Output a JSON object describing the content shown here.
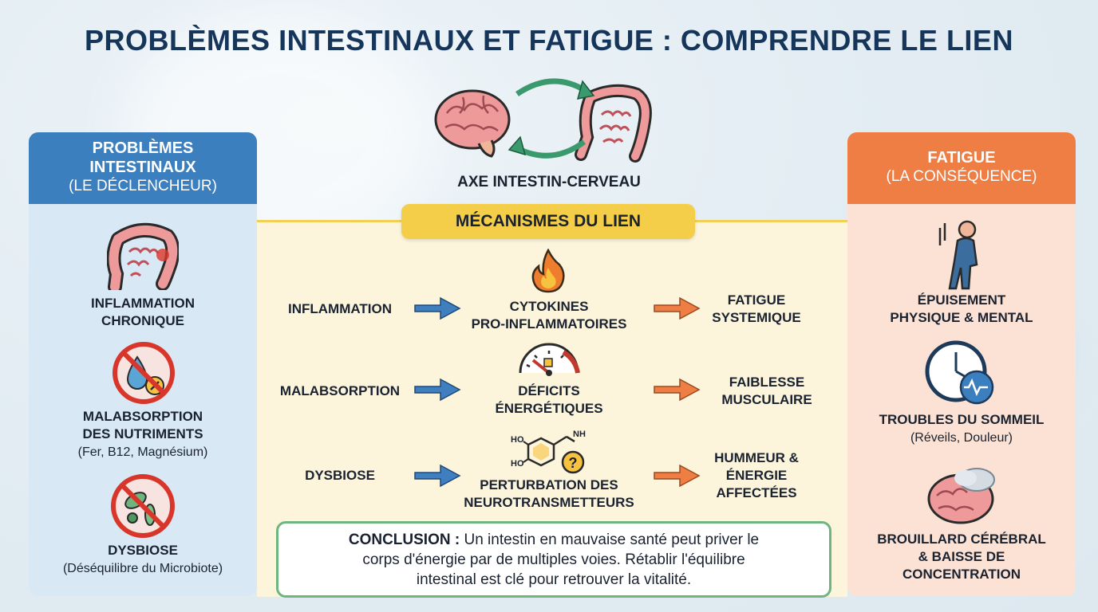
{
  "title": "PROBLÈMES INTESTINAUX ET FATIGUE : COMPRENDRE LE LIEN",
  "axis": {
    "label": "AXE INTESTIN-CERVEAU"
  },
  "mechanisms": {
    "banner": "MÉCANISMES DU LIEN",
    "rows": [
      {
        "cause": "INFLAMMATION",
        "mechanism_l1": "CYTOKINES",
        "mechanism_l2": "PRO-INFLAMMATOIRES",
        "effect_l1": "FATIGUE",
        "effect_l2": "SYSTEMIQUE"
      },
      {
        "cause": "MALABSORPTION",
        "mechanism_l1": "DÉFICITS",
        "mechanism_l2": "ÉNERGÉTIQUES",
        "effect_l1": "FAIBLESSE",
        "effect_l2": "MUSCULAIRE"
      },
      {
        "cause": "DYSBIOSE",
        "mechanism_l1": "PERTURBATION DES",
        "mechanism_l2": "NEUROTRANSMETTEURS",
        "effect_l1": "HUMMEUR &",
        "effect_l2": "ÉNERGIE",
        "effect_l3": "AFFECTÉES"
      }
    ],
    "molecule": {
      "ho1": "HO",
      "ho2": "HO",
      "nh": "NH",
      "question": "?"
    }
  },
  "left_panel": {
    "title_l1": "PROBLÈMES",
    "title_l2": "INTESTINAUX",
    "subtitle": "(LE DÉCLENCHEUR)",
    "items": [
      {
        "title_l1": "INFLAMMATION",
        "title_l2": "CHRONIQUE"
      },
      {
        "title_l1": "MALABSORPTION",
        "title_l2": "DES NUTRIMENTS",
        "sub": "(Fer, B12, Magnésium)"
      },
      {
        "title_l1": "DYSBIOSE",
        "sub": "(Déséquilibre du Microbiote)"
      }
    ]
  },
  "right_panel": {
    "title": "FATIGUE",
    "subtitle": "(LA CONSÉQUENCE)",
    "items": [
      {
        "title_l1": "ÉPUISEMENT",
        "title_l2": "PHYSIQUE & MENTAL"
      },
      {
        "title_l1": "TROUBLES DU SOMMEIL",
        "sub": "(Réveils, Douleur)"
      },
      {
        "title_l1": "BROUILLARD CÉRÉBRAL",
        "title_l2": "& BAISSE DE",
        "title_l3": "CONCENTRATION"
      }
    ]
  },
  "conclusion": {
    "label": "CONCLUSION :",
    "text_l1": " Un intestin en mauvaise santé peut priver le",
    "text_l2": "corps d'énergie par de multiples voies. Rétablir l'équilibre",
    "text_l3": "intestinal est clé pour retrouver la vitalité."
  },
  "colors": {
    "title": "#15365a",
    "left_header": "#3b7fbe",
    "right_header": "#ee7e44",
    "banner": "#f4cd49",
    "blue_arrow": "#3f7fc0",
    "orange_arrow": "#ee7e44",
    "conclusion_border": "#6fb57e"
  }
}
